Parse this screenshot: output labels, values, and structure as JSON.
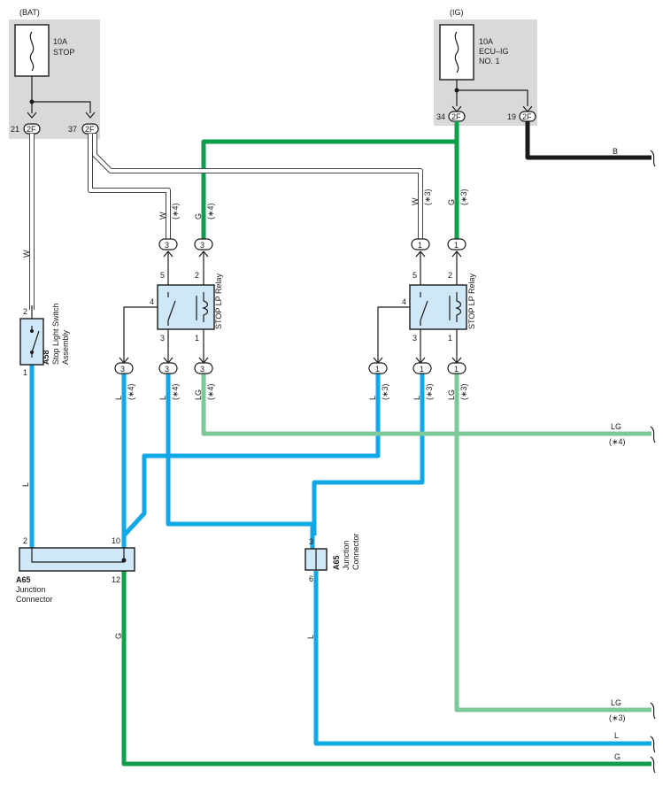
{
  "fuses": {
    "stop": {
      "source": "(BAT)",
      "rating": "10A",
      "name": "STOP",
      "pin_left": "21",
      "pin_right": "37",
      "connector": "2F"
    },
    "ecu_ig": {
      "source": "(IG)",
      "rating": "10A",
      "name_line1": "ECU–IG",
      "name_line2": "NO. 1",
      "pin_left": "34",
      "pin_right": "19",
      "connector": "2F"
    }
  },
  "switch": {
    "code": "A58",
    "name_line1": "Stop Light Switch",
    "name_line2": "Assembly",
    "pin_top": "2",
    "pin_bottom": "1"
  },
  "relays": {
    "left": {
      "name": "STOP LP Relay",
      "pin5": "5",
      "pin2": "2",
      "pin4": "4",
      "pin3": "3",
      "pin1": "1",
      "conn": "3"
    },
    "right": {
      "name": "STOP LP Relay",
      "pin5": "5",
      "pin2": "2",
      "pin4": "4",
      "pin3": "3",
      "pin1": "1",
      "conn": "1"
    }
  },
  "junction_left": {
    "code": "A65",
    "name_line1": "Junction",
    "name_line2": "Connector",
    "pin_2": "2",
    "pin_10": "10",
    "pin_12": "12"
  },
  "junction_mid": {
    "code": "A65",
    "name_line1": "Junction",
    "name_line2": "Connector",
    "pin_3": "3",
    "pin_6": "6"
  },
  "wire_labels": {
    "w": "W",
    "g": "G",
    "l": "L",
    "lg": "LG",
    "b": "B",
    "note4": "(∗4)",
    "note3": "(∗3)"
  },
  "colors": {
    "blue": "#12a7e6",
    "green": "#0f9e4b",
    "light_green": "#7dc898",
    "black": "#1a1a1a",
    "component": "#cfe8f7",
    "fuse_box": "#d9d9d9"
  }
}
